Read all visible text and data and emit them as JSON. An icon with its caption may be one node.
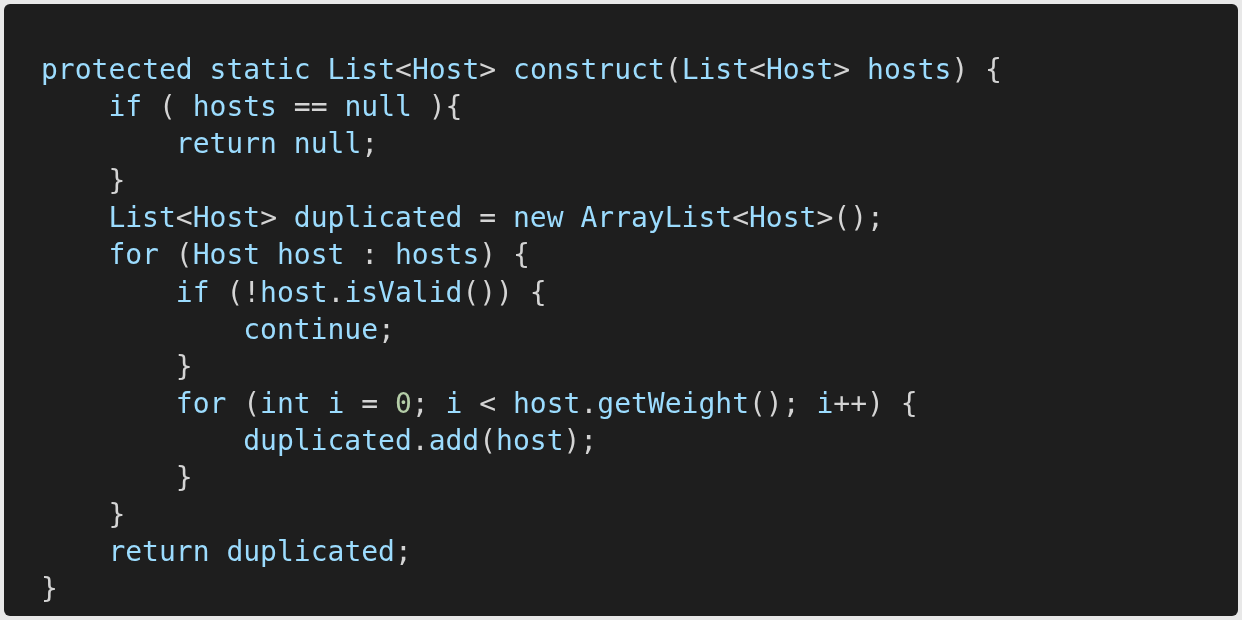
{
  "diagram": {
    "labels": [
      "protected static List<Host> construct(List<Host> hosts) {",
      "if ( hosts == null ){",
      "return null;",
      "}",
      "List<Host> duplicated = new ArrayList<Host>();",
      "for (Host host : hosts) {",
      "if (!host.isValid()) {",
      "continue;",
      "}",
      "for (int i = 0; i < host.getWeight(); i++) {",
      "duplicated.add(host);",
      "}",
      "}",
      "return duplicated;",
      "}"
    ]
  }
}
